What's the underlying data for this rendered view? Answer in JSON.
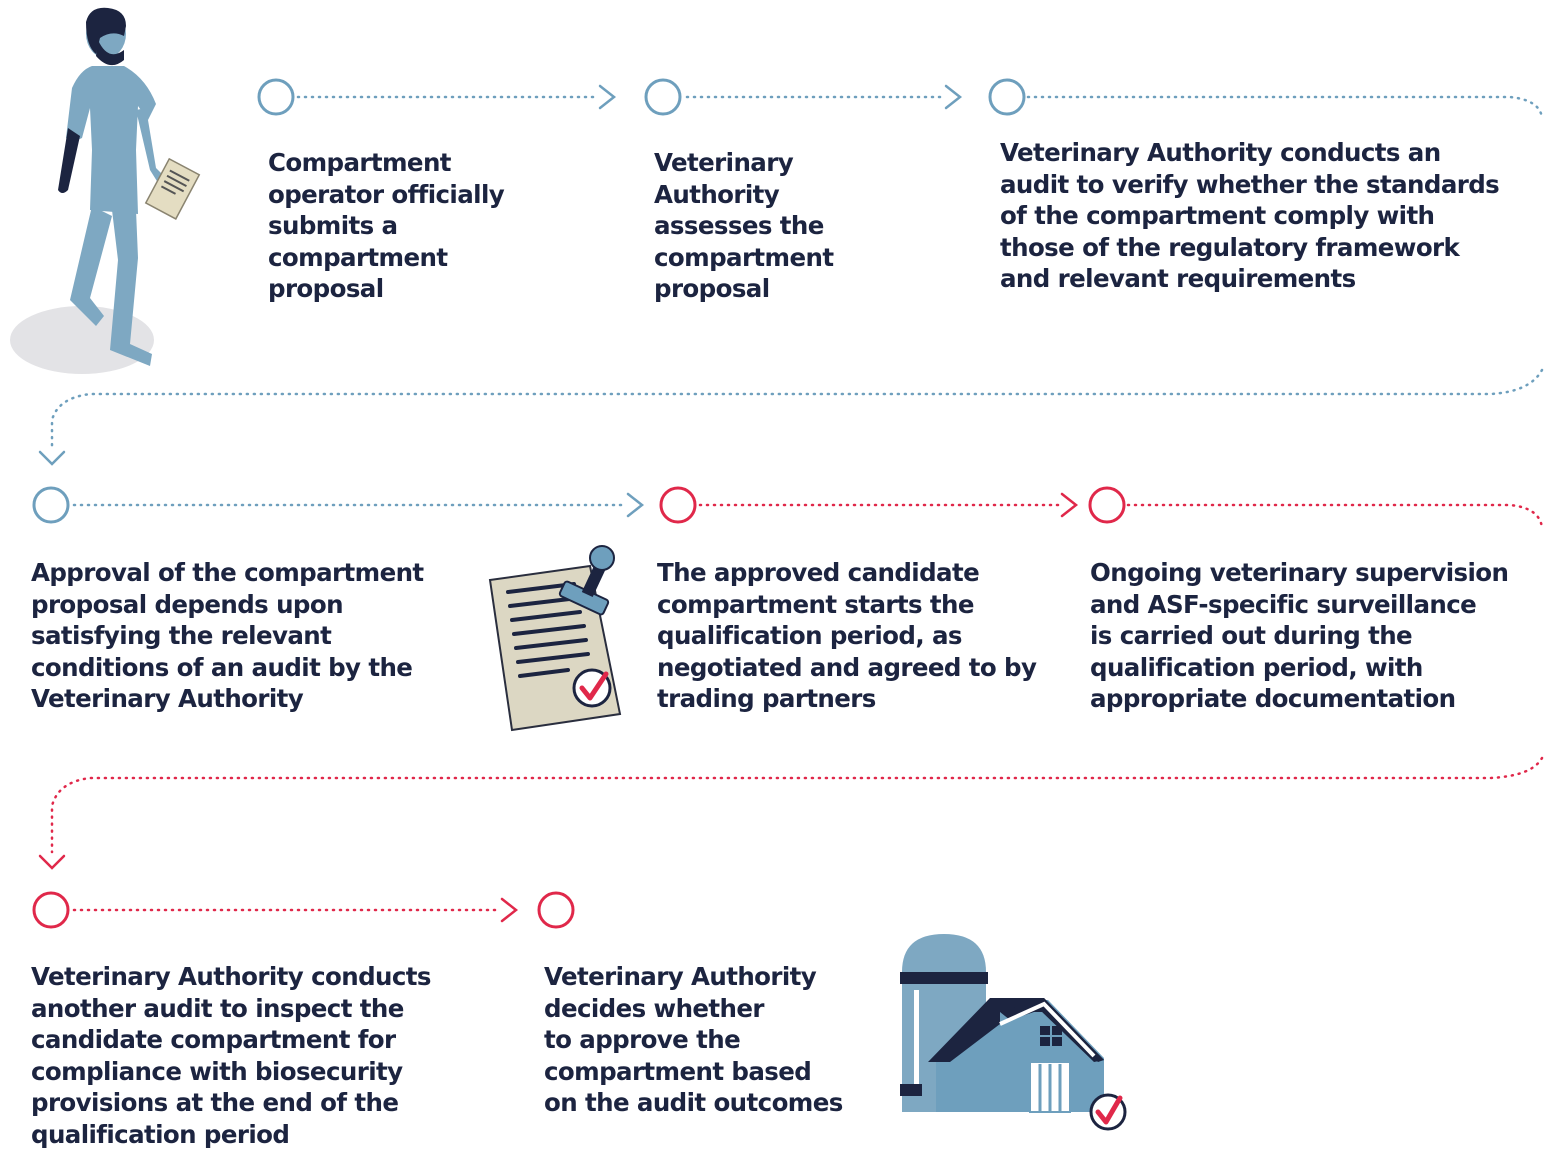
{
  "colors": {
    "blue": "#6e9fbd",
    "red": "#e0284a",
    "navy": "#1c2440",
    "figure": "#7ea8c2",
    "paper": "#dcd7c3"
  },
  "icons": {
    "person": "walking-person-with-document-icon",
    "document": "stamped-document-icon",
    "farm": "farm-barn-silo-icon",
    "check": "checkmark-badge-icon"
  },
  "steps": [
    {
      "text": "Compartment\noperator officially\nsubmits a\ncompartment\nproposal",
      "color": "blue"
    },
    {
      "text": "Veterinary\nAuthority\nassesses the\ncompartment\nproposal",
      "color": "blue"
    },
    {
      "text": "Veterinary Authority conducts an\naudit to verify whether the standards\nof the compartment comply with\nthose of the regulatory framework\nand relevant requirements",
      "color": "blue"
    },
    {
      "text": "Approval of the compartment\nproposal depends upon\nsatisfying the relevant\nconditions of an audit by the\nVeterinary Authority",
      "color": "blue"
    },
    {
      "text": "The approved candidate\ncompartment starts the\nqualification period, as\nnegotiated and agreed to by\ntrading partners",
      "color": "red"
    },
    {
      "text": "Ongoing veterinary supervision\nand ASF-specific surveillance\nis carried out during the\nqualification period, with\nappropriate documentation",
      "color": "red"
    },
    {
      "text": "Veterinary Authority conducts\nanother audit to inspect the\ncandidate compartment for\ncompliance with biosecurity\nprovisions at the end of the\nqualification period",
      "color": "red"
    },
    {
      "text": "Veterinary Authority\ndecides whether\nto approve the\ncompartment based\non the audit outcomes",
      "color": "red"
    }
  ]
}
